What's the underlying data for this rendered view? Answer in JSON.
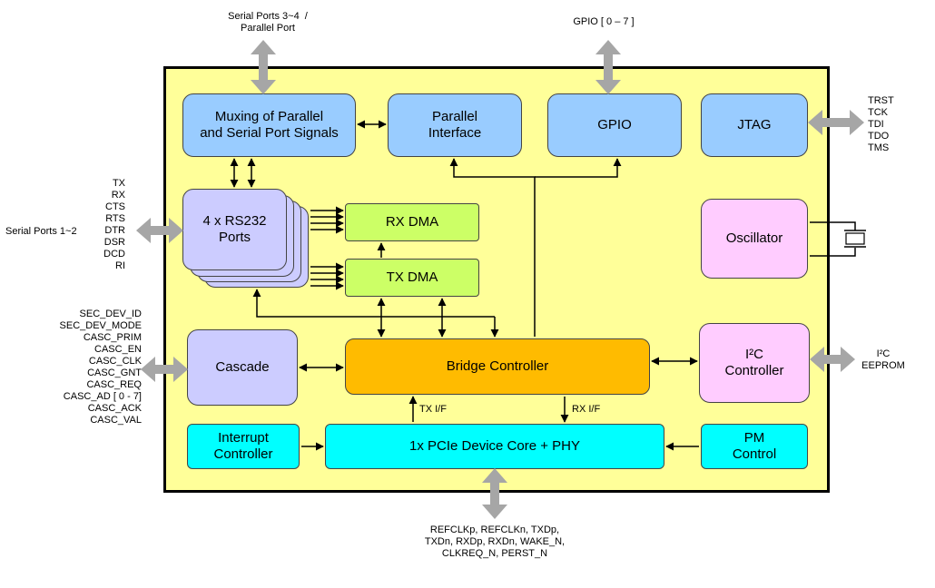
{
  "blocks": {
    "mux": "Muxing of Parallel\nand Serial Port Signals",
    "parallel": "Parallel\nInterface",
    "gpio": "GPIO",
    "jtag": "JTAG",
    "rs232": "4 x RS232\nPorts",
    "rxdma": "RX DMA",
    "txdma": "TX DMA",
    "oscillator": "Oscillator",
    "cascade": "Cascade",
    "bridge": "Bridge Controller",
    "i2c": "I²C\nController",
    "interrupt": "Interrupt\nController",
    "pcie": "1x PCIe Device Core + PHY",
    "pm": "PM\nControl"
  },
  "labels": {
    "serial34": "Serial Ports 3~4  /\nParallel Port",
    "gpio_bus": "GPIO [ 0 – 7 ]",
    "jtag_signals": "TRST\nTCK\nTDI\nTDO\nTMS",
    "serial12": "Serial Ports 1~2",
    "serial_signals": "TX\nRX\nCTS\nRTS\nDTR\nDSR\nDCD\nRI",
    "cascade_signals": "SEC_DEV_ID\nSEC_DEV_MODE\nCASC_PRIM\nCASC_EN\nCASC_CLK\nCASC_GNT\nCASC_REQ\nCASC_AD [ 0 - 7]\nCASC_ACK\nCASC_VAL",
    "i2c_bus": "I²C\nEEPROM",
    "tx_if": "TX I/F",
    "rx_if": "RX I/F",
    "pcie_signals": "REFCLKp, REFCLKn, TXDp,\nTXDn, RXDp, RXDn, WAKE_N,\nCLKREQ_N, PERST_N"
  },
  "colors": {
    "chip_bg": "#ffff99",
    "interface_block": "#99ccff",
    "dma_block": "#ccff66",
    "port_block": "#ccccff",
    "clock_block": "#ffccff",
    "bridge_block": "#ffbb00",
    "pcie_block": "#00ffff",
    "external_arrow": "#a6a6a6"
  }
}
